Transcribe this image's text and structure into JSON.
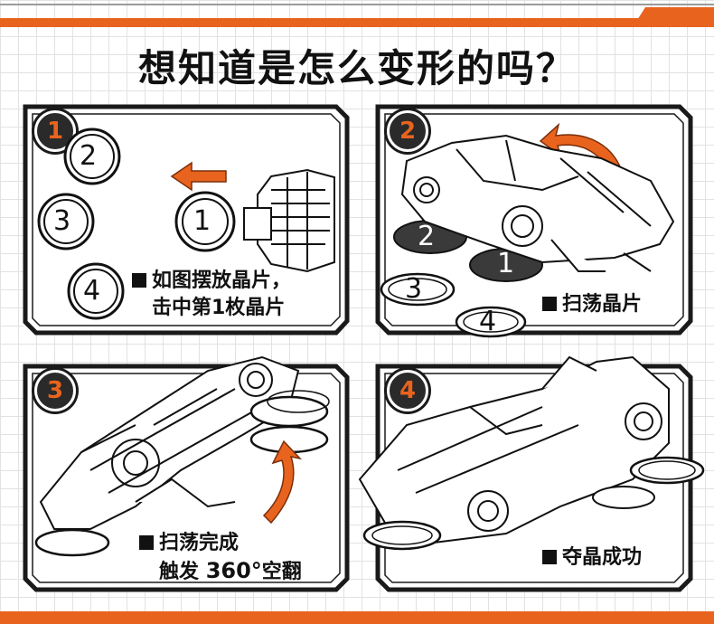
{
  "title": "想知道是怎么变形的吗？",
  "colors": {
    "accent": "#e8641e",
    "ink": "#111111",
    "grid": "#e2e2e2"
  },
  "panels": [
    {
      "number": "1",
      "caption_lines": [
        "如图摆放晶片，",
        "击中第1枚晶片"
      ],
      "chips": [
        "2",
        "3",
        "1",
        "4"
      ]
    },
    {
      "number": "2",
      "caption_lines": [
        "扫荡晶片"
      ],
      "chips": [
        "2",
        "1",
        "3",
        "4"
      ]
    },
    {
      "number": "3",
      "caption_lines": [
        "扫荡完成",
        "触发"
      ],
      "caption_extra": {
        "degrees": "360°",
        "suffix": "空翻"
      }
    },
    {
      "number": "4",
      "caption_lines": [
        "夺晶成功"
      ]
    }
  ]
}
